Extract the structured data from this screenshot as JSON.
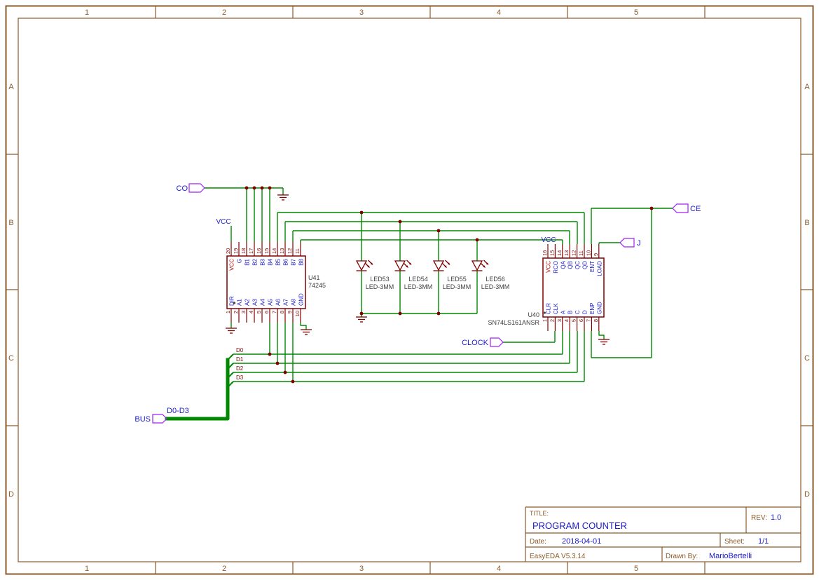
{
  "sheet": {
    "columns": [
      "1",
      "2",
      "3",
      "4",
      "5"
    ],
    "rows": [
      "A",
      "B",
      "C",
      "D"
    ]
  },
  "title_block": {
    "title_label": "TITLE:",
    "title": "PROGRAM COUNTER",
    "rev_label": "REV:",
    "rev": "1.0",
    "date_label": "Date:",
    "date": "2018-04-01",
    "sheet_label": "Sheet:",
    "sheet": "1/1",
    "tool_version": "EasyEDA V5.3.14",
    "drawn_by_label": "Drawn By:",
    "drawn_by": "MarioBertelli"
  },
  "ports": {
    "co": "CO",
    "ce": "CE",
    "j": "J",
    "clock": "CLOCK",
    "bus": "BUS"
  },
  "net_labels": {
    "vcc_u41": "VCC",
    "vcc_u40": "VCC",
    "bus_range": "D0-D3",
    "bus_bits": [
      "D0",
      "D1",
      "D2",
      "D3"
    ]
  },
  "components": {
    "u41": {
      "ref": "U41",
      "value": "74245",
      "top_pins": [
        {
          "name": "VCC",
          "num": "20"
        },
        {
          "name": "G",
          "num": "19"
        },
        {
          "name": "B1",
          "num": "18"
        },
        {
          "name": "B2",
          "num": "17"
        },
        {
          "name": "B3",
          "num": "16"
        },
        {
          "name": "B4",
          "num": "15"
        },
        {
          "name": "B5",
          "num": "14"
        },
        {
          "name": "B6",
          "num": "13"
        },
        {
          "name": "B7",
          "num": "12"
        },
        {
          "name": "B8",
          "num": "11"
        }
      ],
      "bottom_pins": [
        {
          "name": "DIR",
          "num": "1"
        },
        {
          "name": "A1",
          "num": "2"
        },
        {
          "name": "A2",
          "num": "3"
        },
        {
          "name": "A3",
          "num": "4"
        },
        {
          "name": "A4",
          "num": "5"
        },
        {
          "name": "A5",
          "num": "6"
        },
        {
          "name": "A6",
          "num": "7"
        },
        {
          "name": "A7",
          "num": "8"
        },
        {
          "name": "A8",
          "num": "9"
        },
        {
          "name": "GND",
          "num": "10"
        }
      ]
    },
    "u40": {
      "ref": "U40",
      "value": "SN74LS161ANSR",
      "top_pins": [
        {
          "name": "VCC",
          "num": "16"
        },
        {
          "name": "RCO",
          "num": "15"
        },
        {
          "name": "QA",
          "num": "14"
        },
        {
          "name": "QB",
          "num": "13"
        },
        {
          "name": "QC",
          "num": "12"
        },
        {
          "name": "QD",
          "num": "11"
        },
        {
          "name": "ENT",
          "num": "10"
        },
        {
          "name": "LOAD",
          "num": "9"
        }
      ],
      "bottom_pins": [
        {
          "name": "CLR",
          "num": "1"
        },
        {
          "name": "CLK",
          "num": "2"
        },
        {
          "name": "A",
          "num": "3"
        },
        {
          "name": "B",
          "num": "4"
        },
        {
          "name": "C",
          "num": "5"
        },
        {
          "name": "D",
          "num": "6"
        },
        {
          "name": "ENP",
          "num": "7"
        },
        {
          "name": "GND",
          "num": "8"
        }
      ]
    },
    "leds": [
      {
        "ref": "LED53",
        "value": "LED-3MM"
      },
      {
        "ref": "LED54",
        "value": "LED-3MM"
      },
      {
        "ref": "LED55",
        "value": "LED-3MM"
      },
      {
        "ref": "LED56",
        "value": "LED-3MM"
      }
    ]
  },
  "colors": {
    "wire": "#008800",
    "symbol": "#800000",
    "blue": "#1a1ac8",
    "brown": "#8B5A2B",
    "purple": "#A020F0",
    "gray": "#404040"
  }
}
